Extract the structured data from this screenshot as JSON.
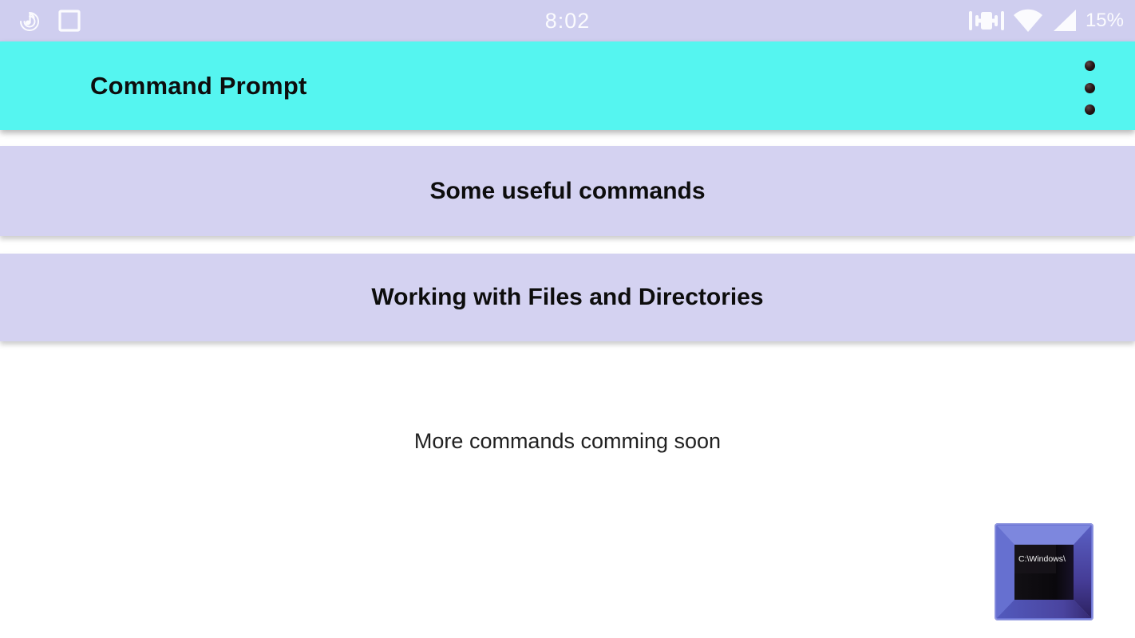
{
  "status_bar": {
    "time": "8:02",
    "battery_percent": "15%",
    "left_icons": [
      "music-note-icon",
      "square-outline-icon"
    ],
    "right_icons": [
      "vibrate-icon",
      "wifi-icon",
      "cellular-signal-icon"
    ]
  },
  "app_bar": {
    "title": "Command Prompt",
    "overflow_icon": "three-dot-menu-icon"
  },
  "sections": [
    {
      "label": "Some useful commands"
    },
    {
      "label": "Working with Files and Directories"
    }
  ],
  "footer_note": "More commands comming soon",
  "app_logo": {
    "screen_text": "C:\\Windows\\"
  },
  "colors": {
    "status_bar_bg": "#cfceef",
    "app_bar_bg": "#55f5f0",
    "section_bg": "#d4d2f1",
    "page_bg": "#ffffff",
    "logo_frame": "#5b63cb",
    "text_dark": "#0d0d0d"
  }
}
